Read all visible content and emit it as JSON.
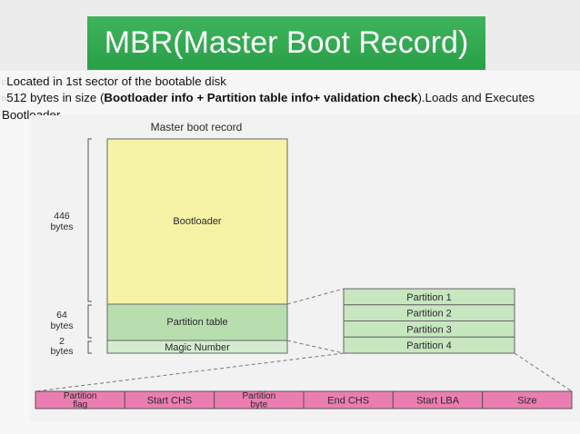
{
  "slide": {
    "title": "MBR(Master Boot Record)",
    "bullets": [
      {
        "marker": "□",
        "text": "Located in 1st sector of the bootable disk"
      },
      {
        "marker": "□",
        "pre": "512 bytes in size (",
        "bold": "Bootloader info + Partition table info+ validation check",
        "post": ").Loads and Executes",
        "wrap": "Bootloader"
      }
    ],
    "colors": {
      "title_bg": "#32a852",
      "title_text": "#ffffff"
    }
  },
  "diagram": {
    "mbr_label": "Master boot record",
    "blocks": [
      {
        "label": "Bootloader",
        "size_label": [
          "446",
          "bytes"
        ],
        "color": "#f6f2a6"
      },
      {
        "label": "Partition table",
        "size_label": [
          "64",
          "bytes"
        ],
        "color": "#b8deb0"
      },
      {
        "label": "Magic Number",
        "size_label": [
          "2",
          "bytes"
        ],
        "color": "#d4ecd0"
      }
    ],
    "partitions": [
      "Partition 1",
      "Partition 2",
      "Partition 3",
      "Partition 4"
    ],
    "partition_color": "#c8e6c0",
    "entry_fields": [
      {
        "label": [
          "Partition",
          "flag"
        ]
      },
      {
        "label": [
          "Start CHS"
        ]
      },
      {
        "label": [
          "Partition",
          "byte"
        ]
      },
      {
        "label": [
          "End CHS"
        ]
      },
      {
        "label": [
          "Start LBA"
        ]
      },
      {
        "label": [
          "Size"
        ]
      }
    ],
    "entry_color": "#ea7eb0"
  }
}
